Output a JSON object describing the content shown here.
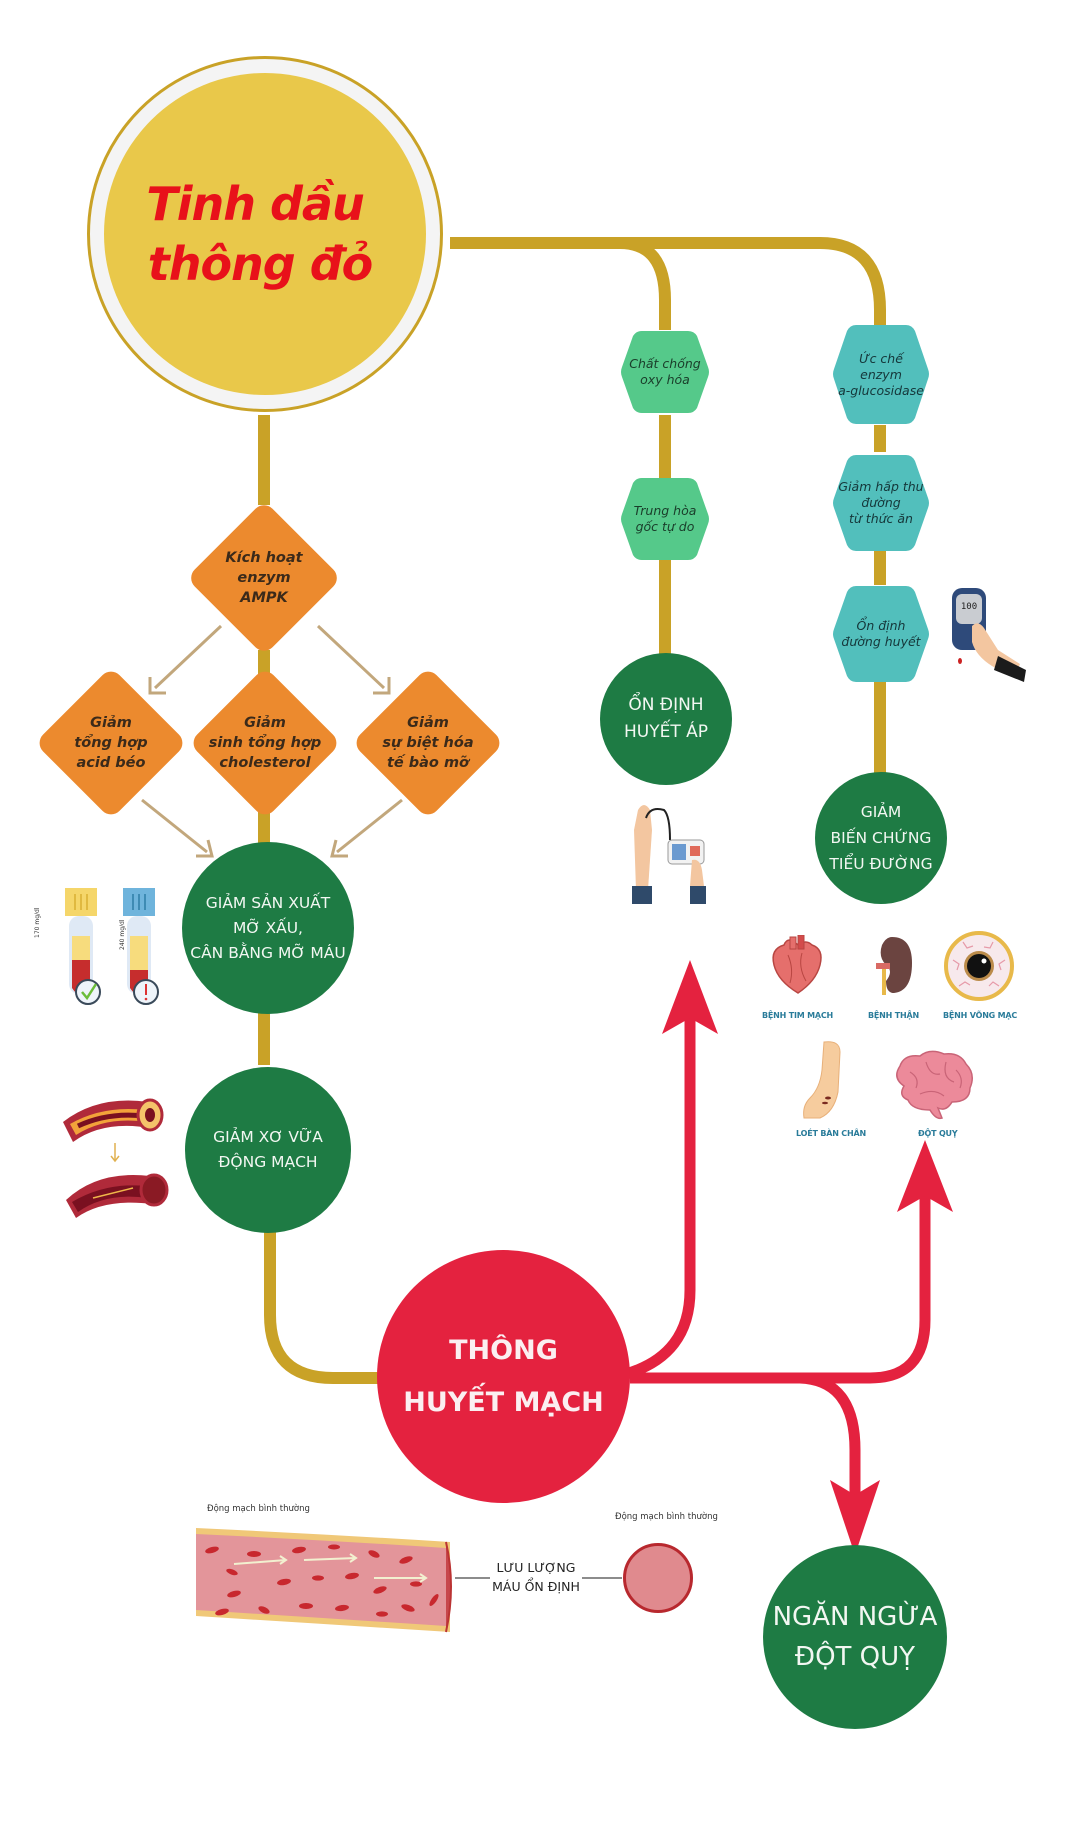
{
  "title": {
    "line1": "Tinh dầu",
    "line2": "thông đỏ"
  },
  "colors": {
    "gold_connector": "#c9a227",
    "title_fill": "#e9c84a",
    "title_text": "#e8111a",
    "orange": "#ec8a2e",
    "hex_green": "#55c98a",
    "hex_teal": "#52bfbc",
    "dark_green": "#1e7b44",
    "red": "#e4223f",
    "arrow_tan": "#c2a77c"
  },
  "lipid_branch": {
    "root": "Kích hoạt\nenzym\nAMPK",
    "children": [
      "Giảm\ntổng hợp\nacid béo",
      "Giảm\nsinh tổng hợp\ncholesterol",
      "Giảm\nsự biệt hóa\ntế bào mỡ"
    ],
    "result1": "GIẢM SẢN XUẤT\nMỠ XẤU,\nCÂN BẰNG MỠ MÁU",
    "result2": "GIẢM XƠ VỮA\nĐỘNG MẠCH",
    "tube_labels": [
      "170 mg/dl",
      "240 mg/dl"
    ]
  },
  "bp_branch": {
    "steps": [
      "Chất chống\noxy hóa",
      "Trung hòa\ngốc tự do"
    ],
    "result": "ỔN ĐỊNH\nHUYẾT ÁP"
  },
  "glucose_branch": {
    "steps": [
      "Ức chế\nenzym\na-glucosidase",
      "Giảm hấp thu\nđường\ntừ thức ăn",
      "Ổn định\nđường huyết"
    ],
    "meter_reading": "100",
    "result": "GIẢM\nBIẾN CHỨNG\nTIỂU ĐƯỜNG",
    "complications": [
      {
        "label": "BỆNH TIM MẠCH",
        "icon": "heart"
      },
      {
        "label": "BỆNH THẬN",
        "icon": "kidney"
      },
      {
        "label": "BỆNH VÕNG MẠC",
        "icon": "eye"
      },
      {
        "label": "LOÉT BÀN CHÂN",
        "icon": "foot"
      },
      {
        "label": "ĐỘT QUỴ",
        "icon": "brain"
      }
    ]
  },
  "hub": {
    "label": "THÔNG\nHUYẾT MẠCH"
  },
  "stroke": {
    "label": "NGĂN NGỪA\nĐỘT QUỴ"
  },
  "artery_panel": {
    "left_caption": "Động mạch bình thường",
    "right_caption": "Động mạch bình thường",
    "center_label": "LƯU LƯỢNG\nMÁU ỔN ĐỊNH"
  }
}
